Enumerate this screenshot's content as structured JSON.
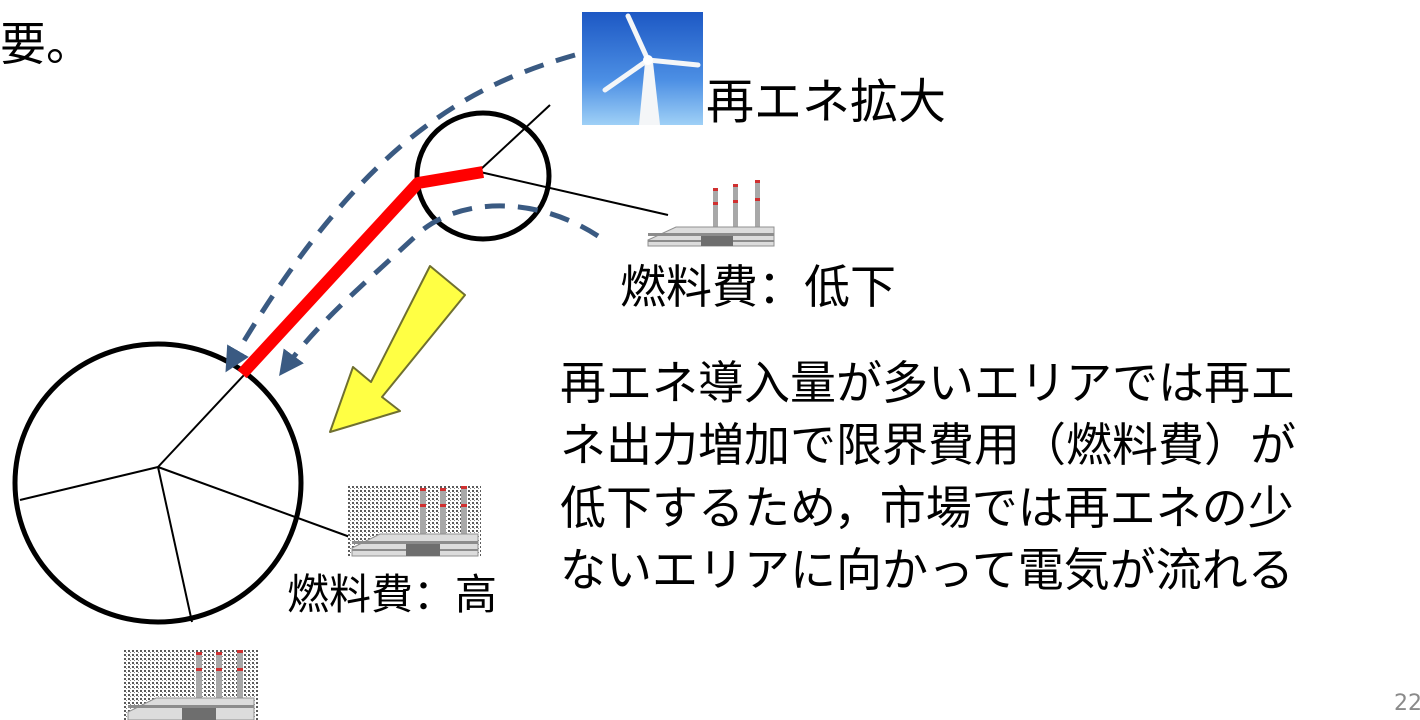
{
  "slide": {
    "fragment_text": "要。",
    "page_number": "22"
  },
  "diagram": {
    "wind_label": "再エネ拡大",
    "fuel_low_label": "燃料費：低下",
    "fuel_high_label": "燃料費：高",
    "description_lines": [
      "再エネ導入量が多いエリアでは再エ",
      "ネ出力増加で限界費用（燃料費）が",
      "低下するため，市場では再エネの少",
      "ないエリアに向かって電気が流れる"
    ],
    "icons": {
      "wind": "wind-turbine-icon",
      "factory": "power-plant-icon",
      "flow": "power-flow-arrow"
    },
    "colors": {
      "interconnector": "#ff0000",
      "dashed_flow": "#3a5a82",
      "arrow_fill": "#ffff44",
      "arrow_stroke": "#707030",
      "sky": "#2f74d8"
    }
  }
}
